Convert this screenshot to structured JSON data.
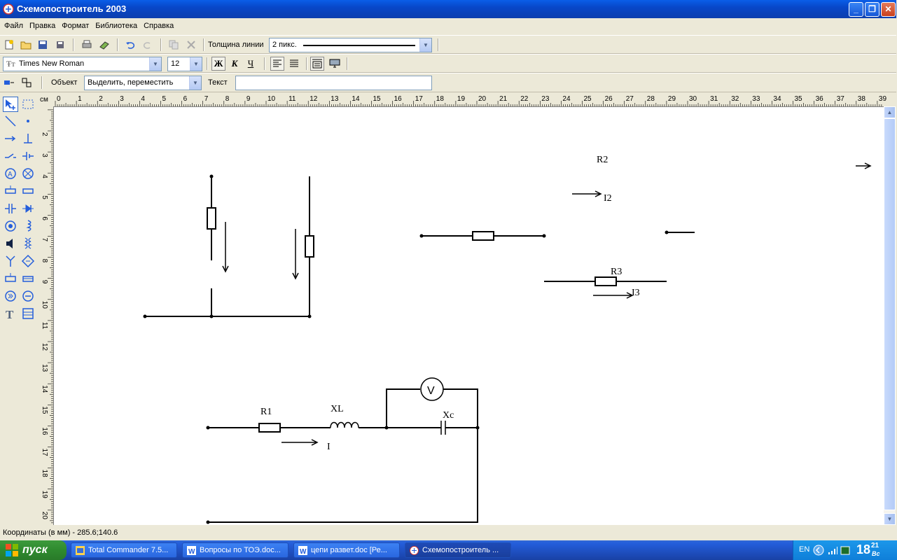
{
  "window": {
    "title": "Схемопостроитель 2003"
  },
  "menu": [
    "Файл",
    "Правка",
    "Формат",
    "Библиотека",
    "Справка"
  ],
  "toolbar1": {
    "line_width_label": "Толщина линии",
    "line_width_value": "2 пикс."
  },
  "toolbar2": {
    "font_name": "Times New Roman",
    "font_size": "12",
    "bold": "Ж",
    "italic": "К",
    "underline": "Ч"
  },
  "toolbar3": {
    "object_label": "Объект",
    "object_mode": "Выделить, переместить",
    "text_label": "Текст",
    "text_value": ""
  },
  "ruler": {
    "unit": "см",
    "h_ticks": [
      "0",
      "1",
      "2",
      "3",
      "4",
      "5",
      "6",
      "7",
      "8",
      "9",
      "10",
      "11",
      "12",
      "13",
      "14",
      "15",
      "16",
      "17",
      "18",
      "19",
      "20",
      "21",
      "22",
      "23",
      "24",
      "25",
      "26",
      "27",
      "28",
      "29",
      "30",
      "31",
      "32",
      "33",
      "34",
      "35",
      "36",
      "37",
      "38",
      "39"
    ],
    "v_ticks": [
      "2",
      "3",
      "4",
      "5",
      "6",
      "7",
      "8",
      "9",
      "10",
      "11",
      "12",
      "13",
      "14",
      "15",
      "16",
      "17",
      "18",
      "19",
      "20"
    ]
  },
  "diagram_labels": {
    "r2": "R2",
    "i2": "I2",
    "r3": "R3",
    "i3": "I3",
    "r1": "R1",
    "xl": "XL",
    "xc": "Xc",
    "i": "I",
    "v": "V"
  },
  "status": {
    "coords": "Координаты (в мм) - 285.6;140.6"
  },
  "taskbar": {
    "start": "пуск",
    "tasks": [
      "Total Commander 7.5...",
      "Вопросы по ТОЭ.doc...",
      "цепи развет.doc [Ре...",
      "Схемопостроитель ..."
    ],
    "lang": "EN",
    "clock": "18",
    "clock_min": "21",
    "clock_day": "Вс"
  },
  "colors": {
    "title_blue": "#0a5ee8",
    "taskbar_blue": "#245edb",
    "start_green": "#2f8a2f"
  }
}
